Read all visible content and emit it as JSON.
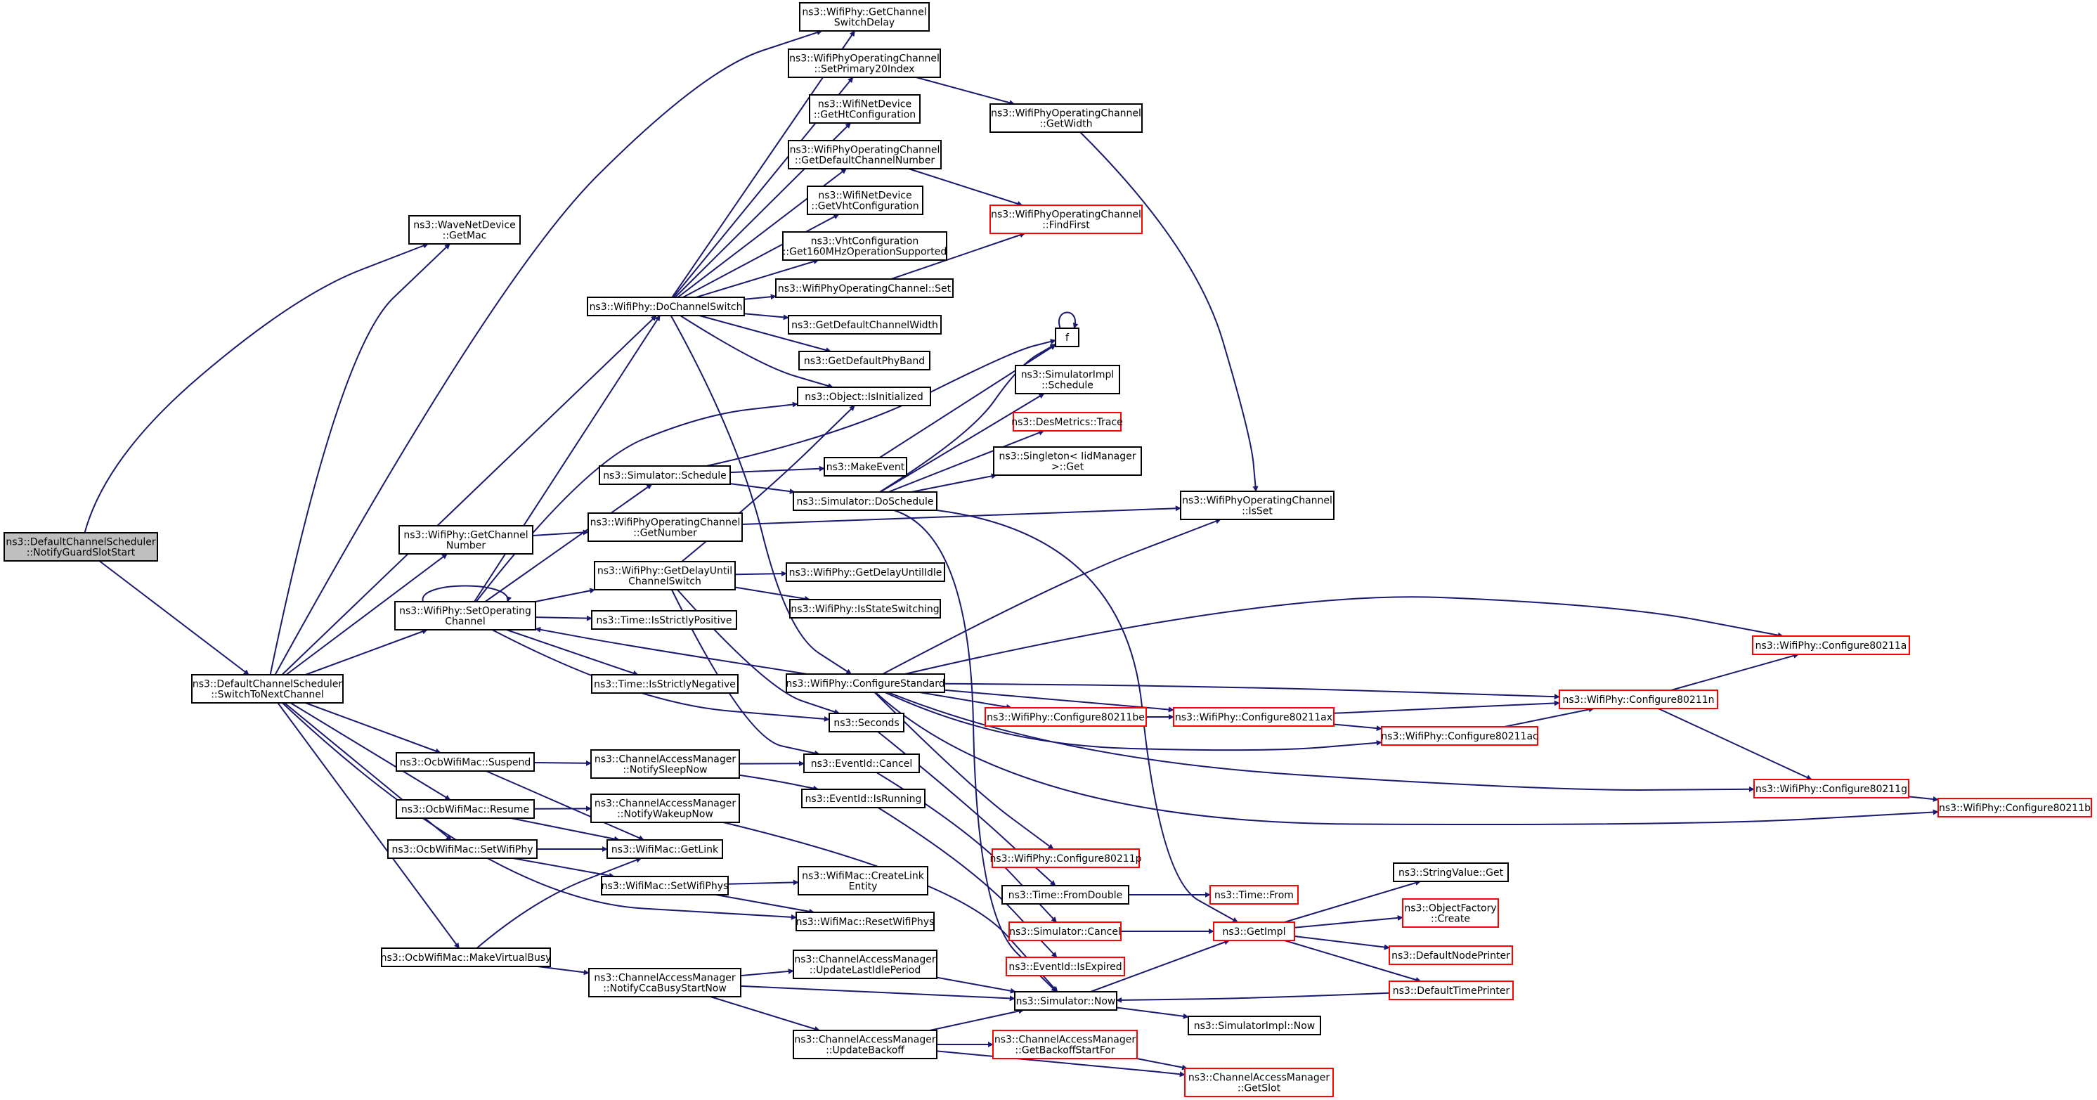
{
  "colors": {
    "edge": "#191970",
    "border_normal": "#000000",
    "border_truncated": "#ff0000",
    "fill_normal": "#ffffff",
    "fill_root": "#bfbfbf"
  },
  "nodes": [
    {
      "id": "root",
      "lines": [
        "ns3::DefaultChannelScheduler",
        "::NotifyGuardSlotStart"
      ],
      "style": "root"
    },
    {
      "id": "switch",
      "lines": [
        "ns3::DefaultChannelScheduler",
        "::SwitchToNextChannel"
      ],
      "style": "normal"
    },
    {
      "id": "getmac",
      "lines": [
        "ns3::WaveNetDevice",
        "::GetMac"
      ],
      "style": "normal"
    },
    {
      "id": "getchannum",
      "lines": [
        "ns3::WifiPhy::GetChannel",
        "Number"
      ],
      "style": "normal"
    },
    {
      "id": "setopch",
      "lines": [
        "ns3::WifiPhy::SetOperating",
        "Channel"
      ],
      "style": "normal"
    },
    {
      "id": "suspend",
      "lines": [
        "ns3::OcbWifiMac::Suspend"
      ],
      "style": "normal"
    },
    {
      "id": "resume",
      "lines": [
        "ns3::OcbWifiMac::Resume"
      ],
      "style": "normal"
    },
    {
      "id": "setwifiphy",
      "lines": [
        "ns3::OcbWifiMac::SetWifiPhy"
      ],
      "style": "normal"
    },
    {
      "id": "mkvbusy",
      "lines": [
        "ns3::OcbWifiMac::MakeVirtualBusy"
      ],
      "style": "normal"
    },
    {
      "id": "dochsw",
      "lines": [
        "ns3::WifiPhy::DoChannelSwitch"
      ],
      "style": "normal"
    },
    {
      "id": "simsched",
      "lines": [
        "ns3::Simulator::Schedule"
      ],
      "style": "normal"
    },
    {
      "id": "opgetnum",
      "lines": [
        "ns3::WifiPhyOperatingChannel",
        "::GetNumber"
      ],
      "style": "normal"
    },
    {
      "id": "getdelay",
      "lines": [
        "ns3::WifiPhy::GetDelayUntil",
        "ChannelSwitch"
      ],
      "style": "normal"
    },
    {
      "id": "ispos",
      "lines": [
        "ns3::Time::IsStrictlyPositive"
      ],
      "style": "normal"
    },
    {
      "id": "isneg",
      "lines": [
        "ns3::Time::IsStrictlyNegative"
      ],
      "style": "normal"
    },
    {
      "id": "notsleep",
      "lines": [
        "ns3::ChannelAccessManager",
        "::NotifySleepNow"
      ],
      "style": "normal"
    },
    {
      "id": "notwake",
      "lines": [
        "ns3::ChannelAccessManager",
        "::NotifyWakeupNow"
      ],
      "style": "normal"
    },
    {
      "id": "getlink",
      "lines": [
        "ns3::WifiMac::GetLink"
      ],
      "style": "normal"
    },
    {
      "id": "setwifiphys",
      "lines": [
        "ns3::WifiMac::SetWifiPhys"
      ],
      "style": "normal"
    },
    {
      "id": "notcca",
      "lines": [
        "ns3::ChannelAccessManager",
        "::NotifyCcaBusyStartNow"
      ],
      "style": "normal"
    },
    {
      "id": "getswdelay",
      "lines": [
        "ns3::WifiPhy::GetChannel",
        "SwitchDelay"
      ],
      "style": "normal"
    },
    {
      "id": "setprim",
      "lines": [
        "ns3::WifiPhyOperatingChannel",
        "::SetPrimary20Index"
      ],
      "style": "normal"
    },
    {
      "id": "gethtconf",
      "lines": [
        "ns3::WifiNetDevice",
        "::GetHtConfiguration"
      ],
      "style": "normal"
    },
    {
      "id": "getdefchnum",
      "lines": [
        "ns3::WifiPhyOperatingChannel",
        "::GetDefaultChannelNumber"
      ],
      "style": "normal"
    },
    {
      "id": "getvhtconf",
      "lines": [
        "ns3::WifiNetDevice",
        "::GetVhtConfiguration"
      ],
      "style": "normal"
    },
    {
      "id": "get160",
      "lines": [
        "ns3::VhtConfiguration",
        "::Get160MHzOperationSupported"
      ],
      "style": "normal"
    },
    {
      "id": "opset",
      "lines": [
        "ns3::WifiPhyOperatingChannel::Set"
      ],
      "style": "normal"
    },
    {
      "id": "getdefchw",
      "lines": [
        "ns3::GetDefaultChannelWidth"
      ],
      "style": "normal"
    },
    {
      "id": "getdefband",
      "lines": [
        "ns3::GetDefaultPhyBand"
      ],
      "style": "normal"
    },
    {
      "id": "isinit",
      "lines": [
        "ns3::Object::IsInitialized"
      ],
      "style": "normal"
    },
    {
      "id": "makeevent",
      "lines": [
        "ns3::MakeEvent"
      ],
      "style": "normal"
    },
    {
      "id": "dosched",
      "lines": [
        "ns3::Simulator::DoSchedule"
      ],
      "style": "normal"
    },
    {
      "id": "getdelayidle",
      "lines": [
        "ns3::WifiPhy::GetDelayUntilIdle"
      ],
      "style": "normal"
    },
    {
      "id": "isstatesw",
      "lines": [
        "ns3::WifiPhy::IsStateSwitching"
      ],
      "style": "normal"
    },
    {
      "id": "configstd",
      "lines": [
        "ns3::WifiPhy::ConfigureStandard"
      ],
      "style": "normal"
    },
    {
      "id": "seconds",
      "lines": [
        "ns3::Seconds"
      ],
      "style": "normal"
    },
    {
      "id": "evcancel",
      "lines": [
        "ns3::EventId::Cancel"
      ],
      "style": "normal"
    },
    {
      "id": "evrunning",
      "lines": [
        "ns3::EventId::IsRunning"
      ],
      "style": "normal"
    },
    {
      "id": "createlink",
      "lines": [
        "ns3::WifiMac::CreateLink",
        "Entity"
      ],
      "style": "normal"
    },
    {
      "id": "resetphys",
      "lines": [
        "ns3::WifiMac::ResetWifiPhys"
      ],
      "style": "normal"
    },
    {
      "id": "updidle",
      "lines": [
        "ns3::ChannelAccessManager",
        "::UpdateLastIdlePeriod"
      ],
      "style": "normal"
    },
    {
      "id": "updbackoff",
      "lines": [
        "ns3::ChannelAccessManager",
        "::UpdateBackoff"
      ],
      "style": "normal"
    },
    {
      "id": "getwidth",
      "lines": [
        "ns3::WifiPhyOperatingChannel",
        "::GetWidth"
      ],
      "style": "normal"
    },
    {
      "id": "findfirst",
      "lines": [
        "ns3::WifiPhyOperatingChannel",
        "::FindFirst"
      ],
      "style": "truncated"
    },
    {
      "id": "f",
      "lines": [
        "f"
      ],
      "style": "normal"
    },
    {
      "id": "implsched",
      "lines": [
        "ns3::SimulatorImpl",
        "::Schedule"
      ],
      "style": "normal"
    },
    {
      "id": "destrace",
      "lines": [
        "ns3::DesMetrics::Trace"
      ],
      "style": "truncated"
    },
    {
      "id": "singleton",
      "lines": [
        "ns3::Singleton< IidManager",
        ">::Get"
      ],
      "style": "normal"
    },
    {
      "id": "opisset",
      "lines": [
        "ns3::WifiPhyOperatingChannel",
        "::IsSet"
      ],
      "style": "normal"
    },
    {
      "id": "c11be",
      "lines": [
        "ns3::WifiPhy::Configure80211be"
      ],
      "style": "truncated"
    },
    {
      "id": "c11p",
      "lines": [
        "ns3::WifiPhy::Configure80211p"
      ],
      "style": "truncated"
    },
    {
      "id": "fromdouble",
      "lines": [
        "ns3::Time::FromDouble"
      ],
      "style": "normal"
    },
    {
      "id": "simcancel",
      "lines": [
        "ns3::Simulator::Cancel"
      ],
      "style": "truncated"
    },
    {
      "id": "evexpired",
      "lines": [
        "ns3::EventId::IsExpired"
      ],
      "style": "truncated"
    },
    {
      "id": "simnow",
      "lines": [
        "ns3::Simulator::Now"
      ],
      "style": "normal"
    },
    {
      "id": "getbackoffstart",
      "lines": [
        "ns3::ChannelAccessManager",
        "::GetBackoffStartFor"
      ],
      "style": "truncated"
    },
    {
      "id": "c11ax",
      "lines": [
        "ns3::WifiPhy::Configure80211ax"
      ],
      "style": "truncated"
    },
    {
      "id": "c11ac",
      "lines": [
        "ns3::WifiPhy::Configure80211ac"
      ],
      "style": "truncated"
    },
    {
      "id": "timefrom",
      "lines": [
        "ns3::Time::From"
      ],
      "style": "truncated"
    },
    {
      "id": "getimpl",
      "lines": [
        "ns3::GetImpl"
      ],
      "style": "truncated"
    },
    {
      "id": "implnow",
      "lines": [
        "ns3::SimulatorImpl::Now"
      ],
      "style": "normal"
    },
    {
      "id": "getslot",
      "lines": [
        "ns3::ChannelAccessManager",
        "::GetSlot"
      ],
      "style": "truncated"
    },
    {
      "id": "c11a",
      "lines": [
        "ns3::WifiPhy::Configure80211a"
      ],
      "style": "truncated"
    },
    {
      "id": "c11n",
      "lines": [
        "ns3::WifiPhy::Configure80211n"
      ],
      "style": "truncated"
    },
    {
      "id": "c11g",
      "lines": [
        "ns3::WifiPhy::Configure80211g"
      ],
      "style": "truncated"
    },
    {
      "id": "strget",
      "lines": [
        "ns3::StringValue::Get"
      ],
      "style": "normal"
    },
    {
      "id": "objfactory",
      "lines": [
        "ns3::ObjectFactory",
        "::Create"
      ],
      "style": "truncated"
    },
    {
      "id": "defnodeprinter",
      "lines": [
        "ns3::DefaultNodePrinter"
      ],
      "style": "truncated"
    },
    {
      "id": "deftimeprinter",
      "lines": [
        "ns3::DefaultTimePrinter"
      ],
      "style": "truncated"
    },
    {
      "id": "c11b",
      "lines": [
        "ns3::WifiPhy::Configure80211b"
      ],
      "style": "truncated"
    }
  ],
  "edges": [
    [
      "root",
      "switch"
    ],
    [
      "root",
      "getmac"
    ],
    [
      "switch",
      "getmac"
    ],
    [
      "switch",
      "getchannum"
    ],
    [
      "switch",
      "setopch"
    ],
    [
      "switch",
      "suspend"
    ],
    [
      "switch",
      "resume"
    ],
    [
      "switch",
      "setwifiphy"
    ],
    [
      "switch",
      "mkvbusy"
    ],
    [
      "switch",
      "getswdelay"
    ],
    [
      "switch",
      "dochsw"
    ],
    [
      "switch",
      "resetphys"
    ],
    [
      "getchannum",
      "opgetnum"
    ],
    [
      "setopch",
      "setopch"
    ],
    [
      "setopch",
      "dochsw"
    ],
    [
      "setopch",
      "simsched"
    ],
    [
      "setopch",
      "getdelay"
    ],
    [
      "setopch",
      "ispos"
    ],
    [
      "setopch",
      "isneg"
    ],
    [
      "setopch",
      "isinit"
    ],
    [
      "setopch",
      "seconds"
    ],
    [
      "dochsw",
      "getswdelay"
    ],
    [
      "dochsw",
      "setprim"
    ],
    [
      "dochsw",
      "gethtconf"
    ],
    [
      "dochsw",
      "getdefchnum"
    ],
    [
      "dochsw",
      "getvhtconf"
    ],
    [
      "dochsw",
      "get160"
    ],
    [
      "dochsw",
      "opset"
    ],
    [
      "dochsw",
      "getdefchw"
    ],
    [
      "dochsw",
      "getdefband"
    ],
    [
      "dochsw",
      "isinit"
    ],
    [
      "dochsw",
      "configstd"
    ],
    [
      "simsched",
      "f"
    ],
    [
      "simsched",
      "makeevent"
    ],
    [
      "simsched",
      "dosched"
    ],
    [
      "opgetnum",
      "opisset"
    ],
    [
      "getdelay",
      "getdelayidle"
    ],
    [
      "getdelay",
      "isstatesw"
    ],
    [
      "getdelay",
      "seconds"
    ],
    [
      "getdelay",
      "evcancel"
    ],
    [
      "getdelay",
      "isinit"
    ],
    [
      "suspend",
      "notsleep"
    ],
    [
      "suspend",
      "getlink"
    ],
    [
      "resume",
      "notwake"
    ],
    [
      "resume",
      "getlink"
    ],
    [
      "setwifiphy",
      "getlink"
    ],
    [
      "setwifiphy",
      "setwifiphys"
    ],
    [
      "mkvbusy",
      "getlink"
    ],
    [
      "mkvbusy",
      "notcca"
    ],
    [
      "notsleep",
      "evcancel"
    ],
    [
      "notsleep",
      "evrunning"
    ],
    [
      "notwake",
      "simnow"
    ],
    [
      "setwifiphys",
      "createlink"
    ],
    [
      "setwifiphys",
      "resetphys"
    ],
    [
      "notcca",
      "updidle"
    ],
    [
      "notcca",
      "updbackoff"
    ],
    [
      "notcca",
      "simnow"
    ],
    [
      "setprim",
      "getwidth"
    ],
    [
      "getwidth",
      "opisset"
    ],
    [
      "getdefchnum",
      "findfirst"
    ],
    [
      "opset",
      "findfirst"
    ],
    [
      "makeevent",
      "f"
    ],
    [
      "f",
      "f"
    ],
    [
      "dosched",
      "f"
    ],
    [
      "dosched",
      "implsched"
    ],
    [
      "dosched",
      "destrace"
    ],
    [
      "dosched",
      "singleton"
    ],
    [
      "dosched",
      "simnow"
    ],
    [
      "dosched",
      "getimpl"
    ],
    [
      "configstd",
      "setopch"
    ],
    [
      "configstd",
      "opisset"
    ],
    [
      "configstd",
      "c11a"
    ],
    [
      "configstd",
      "c11n"
    ],
    [
      "configstd",
      "c11be"
    ],
    [
      "configstd",
      "c11ax"
    ],
    [
      "configstd",
      "c11ac"
    ],
    [
      "configstd",
      "c11g"
    ],
    [
      "configstd",
      "c11b"
    ],
    [
      "configstd",
      "c11p"
    ],
    [
      "seconds",
      "fromdouble"
    ],
    [
      "evcancel",
      "simcancel"
    ],
    [
      "evrunning",
      "evexpired"
    ],
    [
      "updidle",
      "simnow"
    ],
    [
      "updbackoff",
      "simnow"
    ],
    [
      "updbackoff",
      "getbackoffstart"
    ],
    [
      "updbackoff",
      "getslot"
    ],
    [
      "c11be",
      "c11ax"
    ],
    [
      "c11ax",
      "c11n"
    ],
    [
      "c11ax",
      "c11ac"
    ],
    [
      "c11ac",
      "c11n"
    ],
    [
      "c11n",
      "c11a"
    ],
    [
      "c11n",
      "c11g"
    ],
    [
      "c11g",
      "c11b"
    ],
    [
      "fromdouble",
      "timefrom"
    ],
    [
      "simcancel",
      "getimpl"
    ],
    [
      "simnow",
      "getimpl"
    ],
    [
      "simnow",
      "implnow"
    ],
    [
      "getbackoffstart",
      "getslot"
    ],
    [
      "getimpl",
      "strget"
    ],
    [
      "getimpl",
      "objfactory"
    ],
    [
      "getimpl",
      "defnodeprinter"
    ],
    [
      "getimpl",
      "deftimeprinter"
    ],
    [
      "deftimeprinter",
      "simnow"
    ]
  ]
}
